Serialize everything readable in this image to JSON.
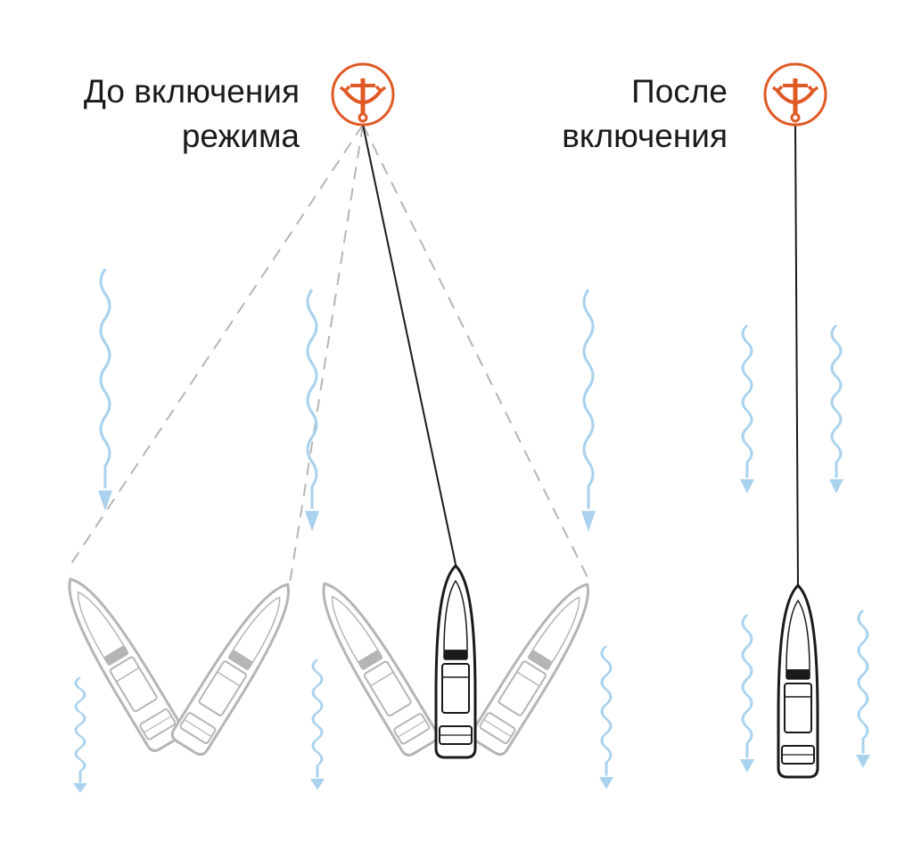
{
  "before": {
    "line1": "До включения",
    "line2": "режима"
  },
  "after": {
    "line1": "После",
    "line2": "включения"
  },
  "icons": {
    "anchor": "anchor-icon",
    "boat": "boat-icon",
    "current": "current-arrow-icon"
  },
  "colors": {
    "anchor": "#e05a26",
    "boat_active": "#1a1a1a",
    "boat_inactive": "#b5b5b5",
    "current": "#a9d2ee",
    "rope_dashed": "#b5b5b5",
    "rope_active": "#1a1a1a"
  }
}
